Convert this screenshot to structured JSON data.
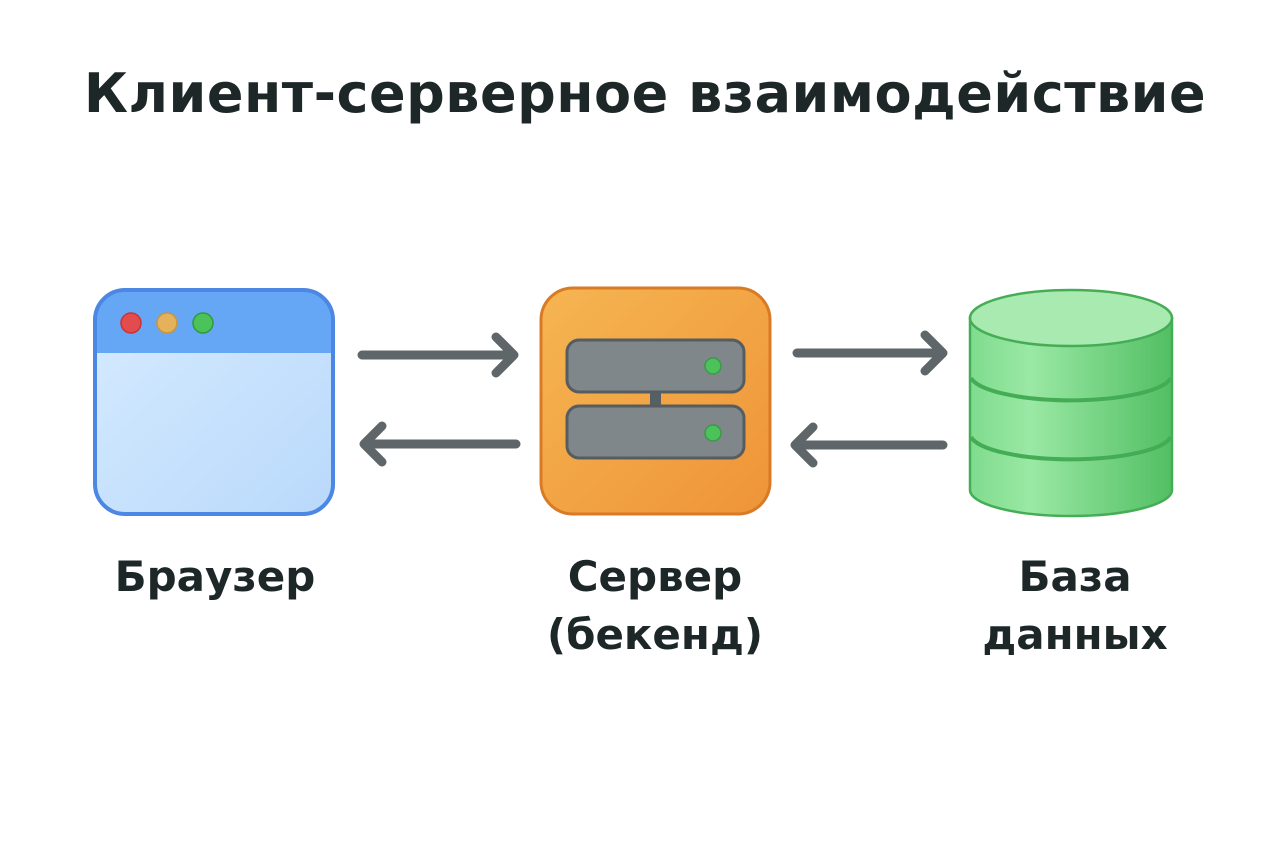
{
  "title": "Клиент-серверное взаимодействие",
  "nodes": [
    {
      "id": "browser",
      "label_lines": [
        "Браузер"
      ],
      "color": "#5b9cf0"
    },
    {
      "id": "server",
      "label_lines": [
        "Сервер",
        "(бекенд)"
      ],
      "color": "#f0a045"
    },
    {
      "id": "database",
      "label_lines": [
        "База",
        "данных"
      ],
      "color": "#6dd87f"
    }
  ],
  "edges": [
    {
      "from": "browser",
      "to": "server",
      "direction": "right"
    },
    {
      "from": "server",
      "to": "browser",
      "direction": "left"
    },
    {
      "from": "server",
      "to": "database",
      "direction": "right"
    },
    {
      "from": "database",
      "to": "server",
      "direction": "left"
    }
  ],
  "colors": {
    "arrow": "#5f6669",
    "text": "#1e2727",
    "rack": "#80878a",
    "led": "#4cc35a"
  }
}
